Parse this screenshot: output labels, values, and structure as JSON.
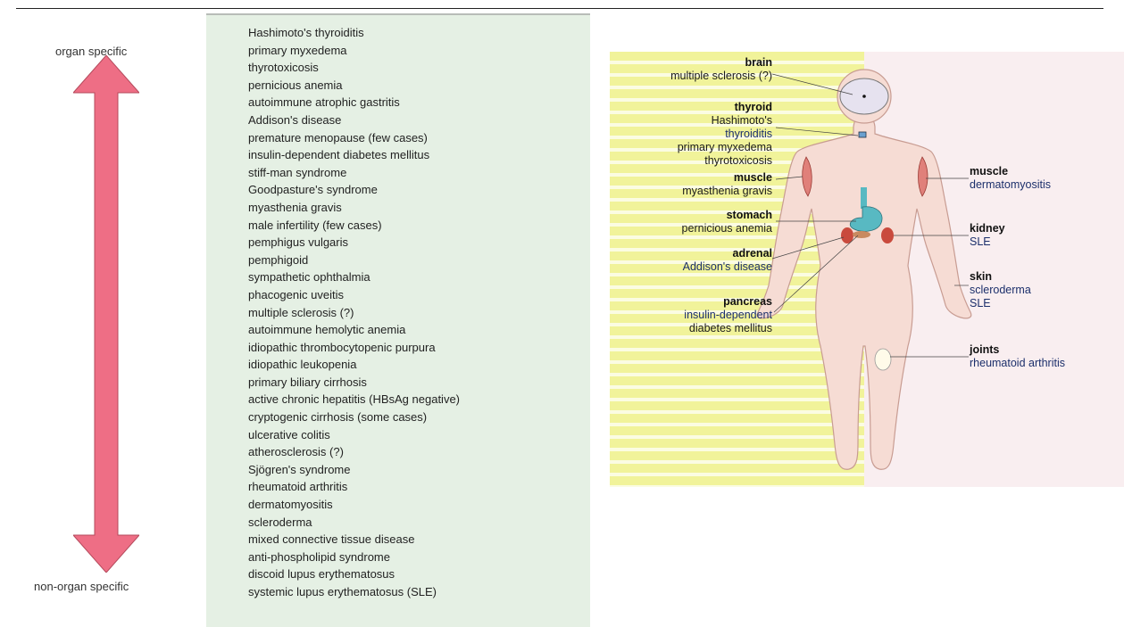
{
  "spectrum": {
    "top_label": "organ specific",
    "bottom_label": "non-organ specific"
  },
  "diseases": [
    "Hashimoto's thyroiditis",
    "primary myxedema",
    "thyrotoxicosis",
    "pernicious anemia",
    "autoimmune atrophic gastritis",
    "Addison's disease",
    "premature menopause (few cases)",
    "insulin-dependent diabetes mellitus",
    "stiff-man syndrome",
    "Goodpasture's syndrome",
    "myasthenia gravis",
    "male infertility (few cases)",
    "pemphigus vulgaris",
    "pemphigoid",
    "sympathetic ophthalmia",
    "phacogenic uveitis",
    "multiple sclerosis (?)",
    "autoimmune hemolytic anemia",
    "idiopathic thrombocytopenic purpura",
    "idiopathic leukopenia",
    "primary biliary cirrhosis",
    "active chronic hepatitis (HBsAg negative)",
    "cryptogenic cirrhosis (some cases)",
    "ulcerative colitis",
    "atherosclerosis (?)",
    "Sjögren's syndrome",
    "rheumatoid arthritis",
    "dermatomyositis",
    "scleroderma",
    "mixed connective tissue disease",
    "anti-phospholipid syndrome",
    "discoid lupus erythematosus",
    "systemic lupus erythematosus (SLE)"
  ],
  "figure": {
    "brain": {
      "organ": "brain",
      "diseases": [
        "multiple sclerosis (?)"
      ]
    },
    "thyroid": {
      "organ": "thyroid",
      "diseases": [
        "Hashimoto's",
        "thyroiditis",
        "primary myxedema",
        "thyrotoxicosis"
      ]
    },
    "muscle_left": {
      "organ": "muscle",
      "diseases": [
        "myasthenia gravis"
      ]
    },
    "stomach": {
      "organ": "stomach",
      "diseases": [
        "pernicious anemia"
      ]
    },
    "adrenal": {
      "organ": "adrenal",
      "diseases": [
        "Addison's disease"
      ]
    },
    "pancreas": {
      "organ": "pancreas",
      "diseases": [
        "insulin-dependent",
        "diabetes mellitus"
      ]
    },
    "muscle_right": {
      "organ": "muscle",
      "diseases": [
        "dermatomyositis"
      ]
    },
    "kidney": {
      "organ": "kidney",
      "diseases": [
        "SLE"
      ]
    },
    "skin": {
      "organ": "skin",
      "diseases": [
        "scleroderma",
        "SLE"
      ]
    },
    "joints": {
      "organ": "joints",
      "diseases": [
        "rheumatoid arthritis"
      ]
    }
  }
}
